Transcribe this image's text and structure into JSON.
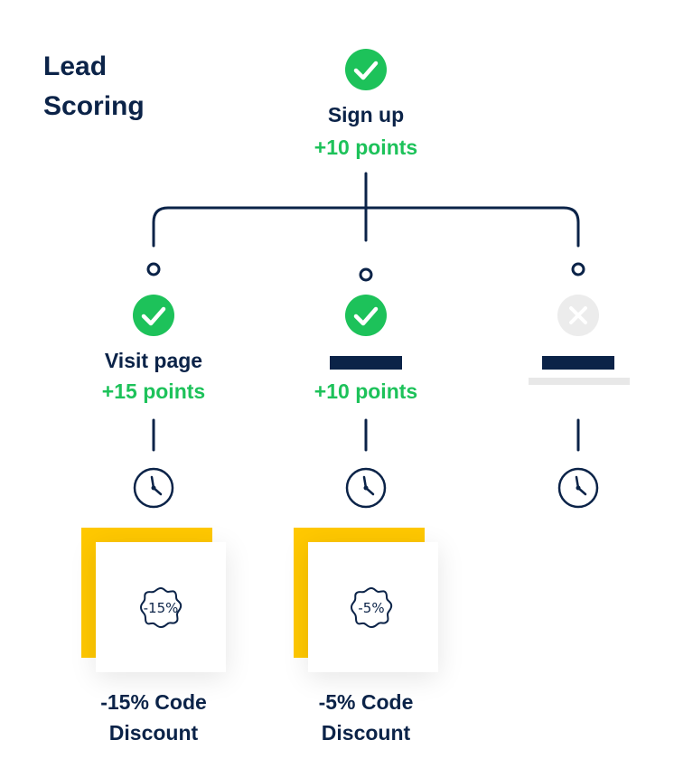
{
  "diagram": {
    "title_line1": "Lead",
    "title_line2": "Scoring",
    "root": {
      "label": "Sign up",
      "points": "+10 points",
      "status": "check"
    },
    "branches": [
      {
        "label": "Visit page",
        "points": "+15 points",
        "status": "check",
        "discount_badge": "-15%",
        "caption_line1": "-15% Code",
        "caption_line2": "Discount"
      },
      {
        "label": "",
        "points": "+10 points",
        "status": "check",
        "discount_badge": "-5%",
        "caption_line1": "-5% Code",
        "caption_line2": "Discount"
      },
      {
        "label": "",
        "points": "",
        "status": "cross"
      }
    ],
    "colors": {
      "navy": "#0b2348",
      "green": "#1dc25a",
      "yellow": "#ffc800",
      "grey": "#e8e8e8"
    }
  }
}
